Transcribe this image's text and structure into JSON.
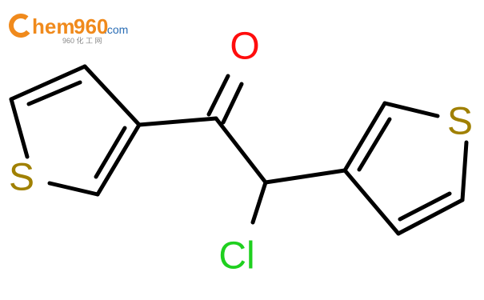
{
  "watermark": {
    "brand_letter": "C",
    "brand_rest": "hem",
    "brand_number": "960",
    "domain": ".com",
    "subtitle": "960 化 工 网",
    "colors": {
      "orange": "#f08a1c",
      "grey": "#888888",
      "blue": "#2a6db5"
    }
  },
  "molecule": {
    "atoms": {
      "oxygen": {
        "label": "O",
        "color": "#ff0d0d"
      },
      "chlorine": {
        "label": "Cl",
        "color": "#1fd01f"
      },
      "sulfur_left": {
        "label": "S",
        "color": "#a08000"
      },
      "sulfur_right": {
        "label": "S",
        "color": "#a08000"
      }
    },
    "bond_color": "#000000"
  }
}
